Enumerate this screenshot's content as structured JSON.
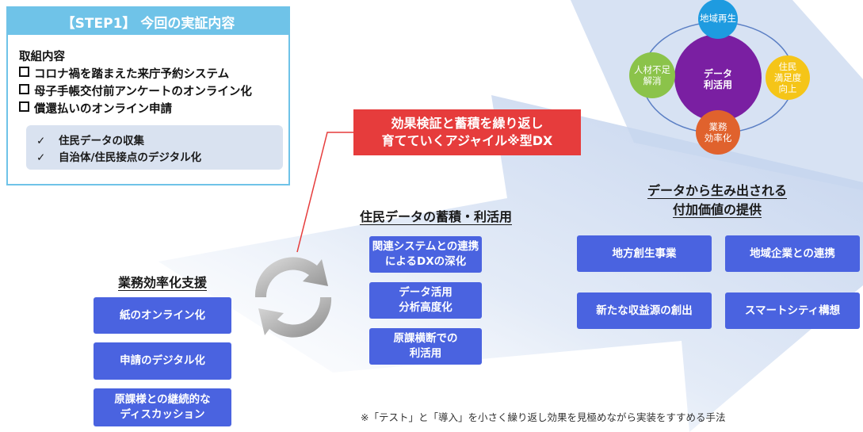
{
  "step": {
    "header": "【STEP1】 今回の実証内容",
    "heading": "取組内容",
    "items": [
      "コロナ禍を踏まえた来庁予約システム",
      "母子手帳交付前アンケートのオンライン化",
      "償還払いのオンライン申請"
    ],
    "checks": [
      "住民データの収集",
      "自治体/住民接点のデジタル化"
    ]
  },
  "callout": {
    "line1": "効果検証と蓄積を繰り返し",
    "line2": "育てていくアジャイル※型DX"
  },
  "left": {
    "title": "業務効率化支援",
    "buttons": [
      "紙のオンライン化",
      "申請のデジタル化",
      "原課様との継続的な",
      "ディスカッション"
    ]
  },
  "middle": {
    "title": "住民データの蓄積・利活用",
    "buttons": [
      "関連システムとの連携",
      "によるDXの深化",
      "データ活用",
      "分析高度化",
      "原課横断での",
      "利活用"
    ]
  },
  "right": {
    "title_line1": "データから生み出される",
    "title_line2": "付加価値の提供",
    "buttons": [
      "地方創生事業",
      "地域企業との連携",
      "新たな収益源の創出",
      "スマートシティ構想"
    ]
  },
  "cycle": {
    "center": [
      "データ",
      "利活用"
    ],
    "top": "地域再生",
    "left": [
      "人材不足",
      "解消"
    ],
    "right": [
      "住民",
      "満足度",
      "向上"
    ],
    "bottom": [
      "業務",
      "効率化"
    ]
  },
  "colors": {
    "accent_blue": "#4a63e0",
    "callout_red": "#e63c3c",
    "header_cyan": "#6fc3e8",
    "purple": "#7a1fa2",
    "green": "#8bc34a",
    "yellow": "#f5c518",
    "orange": "#e0622d",
    "sky": "#1e9be0"
  },
  "footnote": "※「テスト」と「導入」を小さく繰り返し効果を見極めながら実装をすすめる手法"
}
